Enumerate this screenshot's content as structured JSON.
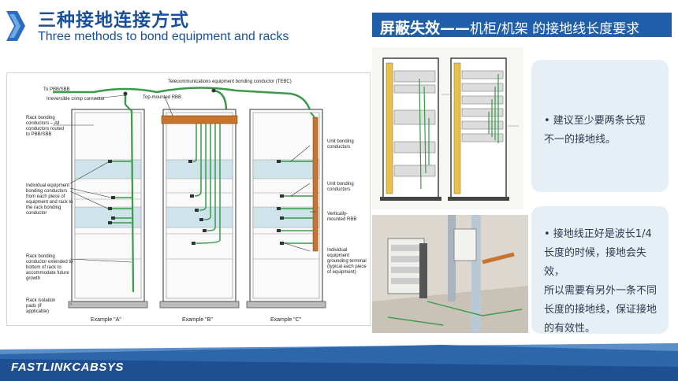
{
  "header": {
    "title_cn": "三种接地连接方式",
    "title_en": "Three methods to bond equipment and racks"
  },
  "banner": {
    "bold": "屏蔽失效",
    "dash": "——",
    "rest": "机柜/机架 的接地线长度要求"
  },
  "diagram": {
    "labels": {
      "to_pbb": "To PBB/SBB",
      "crimp": "Irreversible crimp connector",
      "tebc": "Telecommunications equipment bonding conductor (TEBC)",
      "top_rbb": "Top-mounted RBB",
      "rack_bonding": "Rack bonding\nconductors – All\nconductors routed\nto PBB/SBB",
      "individual": "Individual equipment\nbonding conductors\nfrom each piece of\nequipment and rack to\nthe rack bonding\nconductor",
      "extended": "Rack bonding\nconductor extended to\nbottom of rack to\naccommodate future\ngrowth",
      "isolation": "Rack isolation\npads (if\napplicable)",
      "unit1": "Unit bonding\nconductors",
      "unit2": "Unit bonding\nconductors",
      "vertical": "Vertically-\nmounted RBB",
      "terminal": "Individual\nequipment\ngrounding terminal\n(typical each piece\nof equipment)",
      "ex_a": "Example \"A\"",
      "ex_b": "Example \"B\"",
      "ex_c": "Example \"C\""
    }
  },
  "cards": {
    "card1": "• 建议至少要两条长短\n  不一的接地线。",
    "card2": "• 接地线正好是波长1/4\n  长度的时候，接地会失效，\n  所以需要有另外一条不同\n  长度的接地线，保证接地\n  的有效性。"
  },
  "footer": {
    "brand": "FASTLINKCABSYS"
  },
  "colors": {
    "brand_blue": "#1f5ea8",
    "title_blue": "#1a4f9c",
    "conductor_green": "#3a9a4a",
    "card_bg": "#e6eef6"
  }
}
